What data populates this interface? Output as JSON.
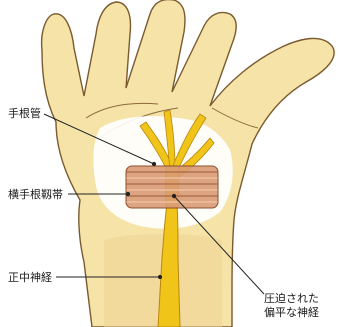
{
  "labels": {
    "carpal_tunnel": "手根管",
    "transverse_carpal_ligament": "横手根靱帯",
    "median_nerve": "正中神経",
    "compressed_nerve_line1": "圧迫された",
    "compressed_nerve_line2": "偏平な神経"
  },
  "colors": {
    "skin": "#f5e3a8",
    "skin_shadow": "#ecd391",
    "palm_highlight": "#ffffff",
    "outline": "#7a5a2e",
    "nerve": "#f0c419",
    "nerve_edge": "#b8870f",
    "ligament": "#d99a74",
    "ligament_line": "#9c5a3a",
    "leader_line": "#222222"
  }
}
